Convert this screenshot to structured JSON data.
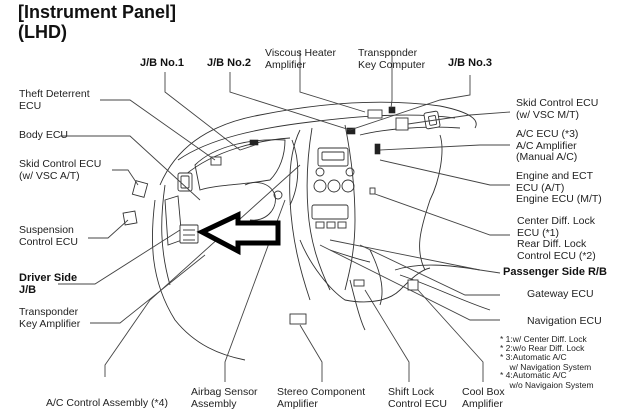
{
  "title": {
    "line1": "[Instrument Panel]",
    "line2": "(LHD)"
  },
  "labels": {
    "jb_no1": "J/B No.1",
    "jb_no2": "J/B No.2",
    "viscous_heater_amplifier": "Viscous Heater\nAmplifier",
    "transponder_key_computer": "Transponder\nKey Computer",
    "jb_no3": "J/B No.3",
    "theft_deterrent_ecu": "Theft Deterrent\nECU",
    "body_ecu": "Body ECU",
    "skid_control_ecu_at": "Skid Control ECU\n(w/ VSC A/T)",
    "suspension_control_ecu": "Suspension\nControl ECU",
    "driver_side_jb": "Driver Side\nJ/B",
    "transponder_key_amplifier": "Transponder\nKey Amplifier",
    "skid_control_ecu_mt": "Skid Control ECU\n(w/ VSC M/T)",
    "ac_ecu": "A/C ECU (*3)\nA/C Amplifier\n(Manual A/C)",
    "engine_ecu": "Engine and ECT\nECU (A/T)\nEngine ECU (M/T)",
    "diff_lock_ecu": "Center Diff. Lock\nECU (*1)\nRear Diff. Lock\nControl ECU (*2)",
    "passenger_side_rb": "Passenger Side R/B",
    "gateway_ecu": "Gateway ECU",
    "navigation_ecu": "Navigation ECU",
    "ac_control_assembly": "A/C Control Assembly (*4)",
    "airbag_sensor_assembly": "Airbag Sensor\nAssembly",
    "stereo_component_amplifier": "Stereo Component\nAmplifier",
    "shift_lock_control_ecu": "Shift Lock\nControl ECU",
    "cool_box_amplifier": "Cool Box\nAmplifier"
  },
  "footnotes": [
    "* 1:w/ Center Diff. Lock",
    "* 2:w/o Rear Diff. Lock",
    "* 3:Automatic A/C\n    w/ Navigation System",
    "* 4:Automatic A/C\n    w/o Navigaion System"
  ],
  "highlight": {
    "target": "Driver Side J/B",
    "indicator": "left-pointing-arrow"
  }
}
